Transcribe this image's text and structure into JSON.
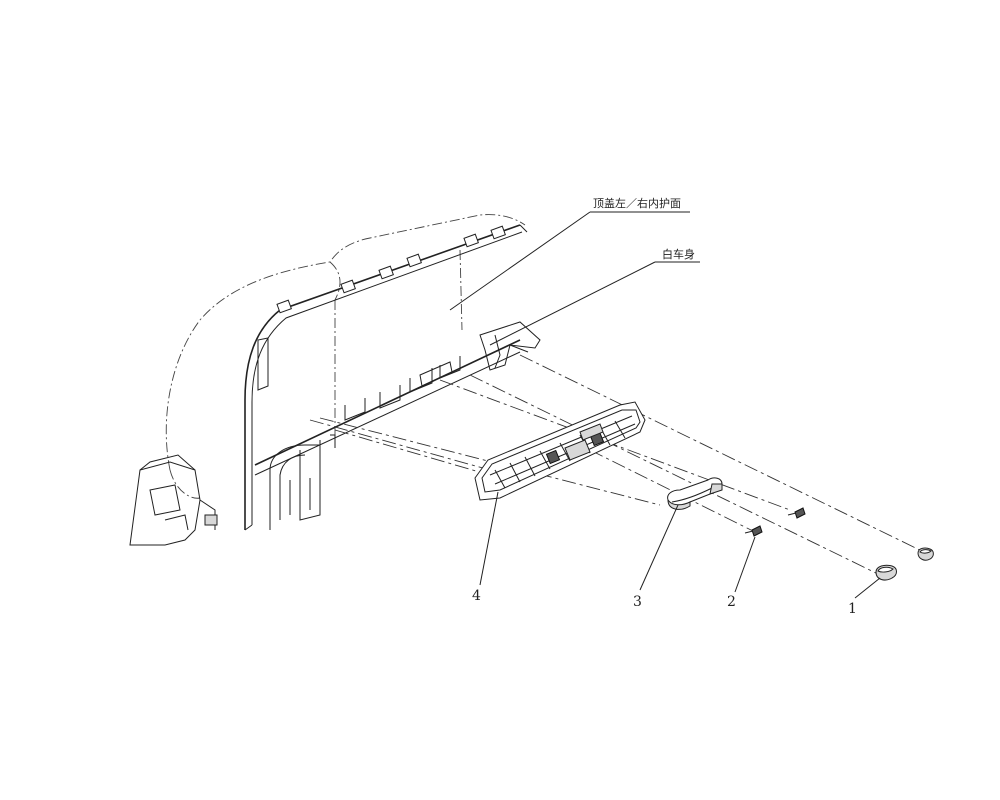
{
  "diagram": {
    "callouts": {
      "roof_inner_trim": "顶盖左／右内护面",
      "body_in_white": "白车身"
    },
    "part_numbers": {
      "p1": "1",
      "p2": "2",
      "p3": "3",
      "p4": "4"
    }
  }
}
